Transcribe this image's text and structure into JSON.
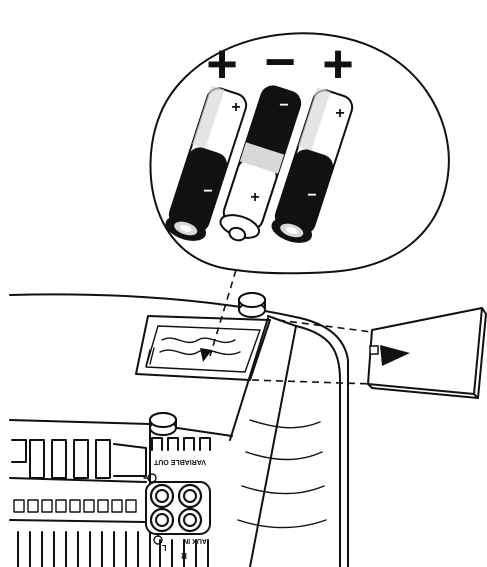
{
  "polarity": {
    "left": "+",
    "middle": "−",
    "right": "+"
  },
  "batteries": [
    {
      "top_mark": "+",
      "bottom_mark": "−"
    },
    {
      "top_mark": "−",
      "bottom_mark": "+"
    },
    {
      "top_mark": "+",
      "bottom_mark": "−"
    }
  ],
  "panel": {
    "variable_out": "VARIABLE OUT",
    "aux_in": "AUX IN",
    "left_channel": "L",
    "right_channel": "R"
  },
  "colors": {
    "ink": "#111111",
    "background": "#ffffff",
    "battery_shade": "#d8d8d8"
  }
}
